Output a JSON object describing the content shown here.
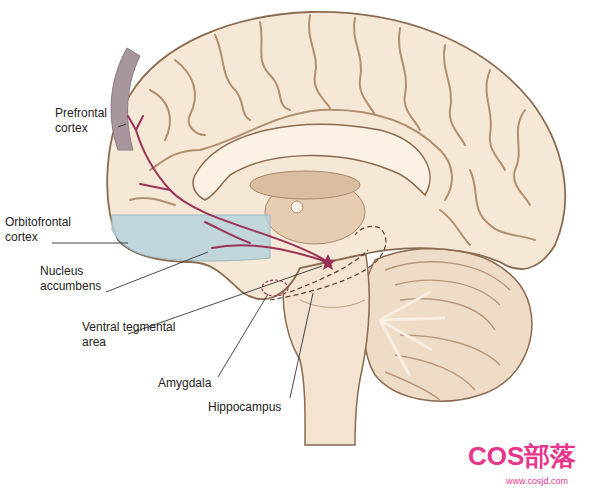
{
  "diagram": {
    "labels": [
      "Prefrontal cortex",
      "Orbitofrontal cortex",
      "Nucleus accumbens",
      "Ventral tegmental area",
      "Amygdala",
      "Hippocampus",
      "COS部落",
      "www.cosjd.com"
    ]
  }
}
